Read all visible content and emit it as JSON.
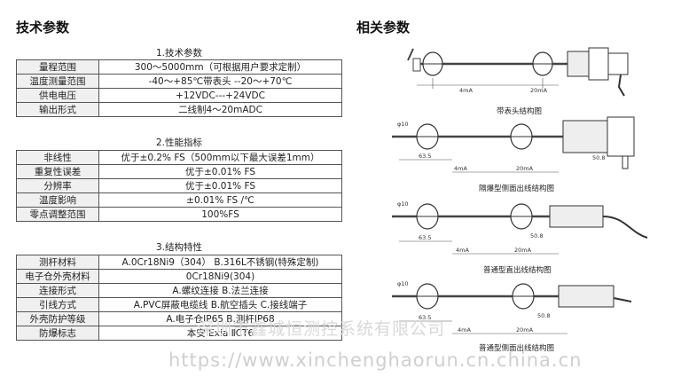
{
  "left_heading": "技术参数",
  "right_heading": "相关参数",
  "sections": [
    {
      "title": "1.技术参数",
      "rows": [
        [
          "量程范围",
          "300～5000mm（可根据用户要求定制）"
        ],
        [
          "温度测量范围",
          "-40～+85℃带表头 --20～+70℃"
        ],
        [
          "供电电压",
          "+12VDC---+24VDC"
        ],
        [
          "输出形式",
          "二线制4～20mADC"
        ]
      ]
    },
    {
      "title": "2.性能指标",
      "rows": [
        [
          "非线性",
          "优于±0.2% FS（500mm以下最大误差1mm）"
        ],
        [
          "重复性误差",
          "优于±0.01% FS"
        ],
        [
          "分辨率",
          "优于±0.01% FS"
        ],
        [
          "温度影响",
          "±0.01% FS /℃"
        ],
        [
          "零点调整范围",
          "100%FS"
        ]
      ]
    },
    {
      "title": "3.结构特性",
      "rows": [
        [
          "测杆材料",
          "A.0Cr18Ni9（304）    B.316L不锈钢(特殊定制)"
        ],
        [
          "电子仓外壳材料",
          "0Cr18Ni9(304)"
        ],
        [
          "连接形式",
          "A.螺纹连接      B.法兰连接"
        ],
        [
          "引线方式",
          "A.PVC屏蔽电缆线   B.航空插头   C.接线端子"
        ],
        [
          "外壳防护等级",
          "A.电子仓IP65    B.测杆IP68"
        ],
        [
          "防爆标志",
          "本安  Exia ⅡCT6"
        ]
      ]
    }
  ],
  "diagrams": [
    {
      "caption": "带表头结构图",
      "labels": [
        "4mA",
        "20mA"
      ]
    },
    {
      "caption": "隔爆型侧面出线结构图",
      "labels": [
        "φ10",
        "63.5",
        "4mA",
        "20mA",
        "50.8"
      ]
    },
    {
      "caption": "普通型直出线结构图",
      "labels": [
        "φ10",
        "63.5",
        "4mA",
        "20mA",
        "50.8"
      ]
    },
    {
      "caption": "普通型侧面出线结构图",
      "labels": [
        "φ10",
        "63.5",
        "4mA",
        "20mA",
        "50.8"
      ]
    }
  ],
  "watermark_cn": "深圳市鑫城恒测控系统有限公司",
  "watermark_url": "https://www.xinchenghaorun.cn.china.cn"
}
